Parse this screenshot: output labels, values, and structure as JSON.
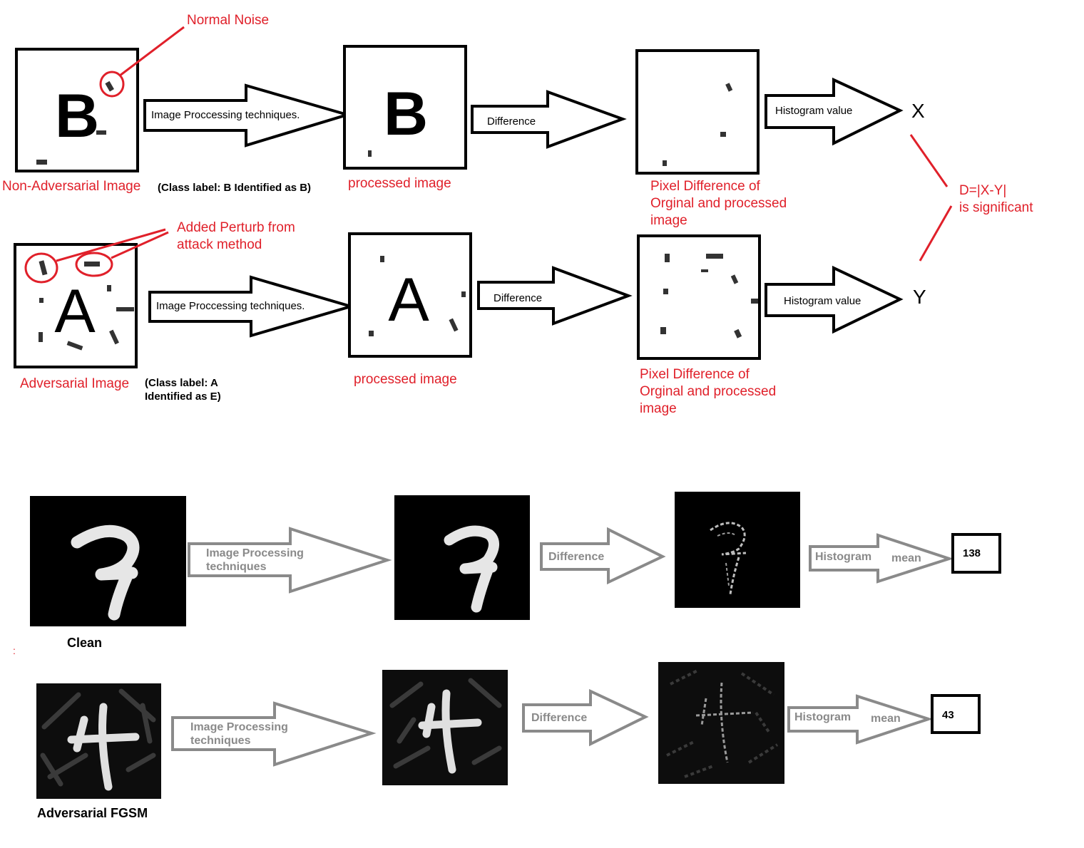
{
  "colors": {
    "annotation": "#e0202a",
    "stroke": "#000000",
    "grey_arrow": "#8a8a8a",
    "panel": "#000000"
  },
  "top": {
    "callouts": {
      "normal_noise": "Normal Noise",
      "perturb_line1": "Added Perturb from",
      "perturb_line2": "attack method"
    },
    "row1": {
      "input_letter": "B",
      "processed_letter": "B",
      "input_caption": "Non-Adversarial Image",
      "input_label": "(Class label: B Identified as B)",
      "arrow_processing": "Image Proccessing techniques.",
      "processed_caption": "processed image",
      "arrow_difference": "Difference",
      "diff_caption_1": "Pixel Difference of",
      "diff_caption_2": "Orginal and processed",
      "diff_caption_3": "image",
      "arrow_histogram": "Histogram value",
      "result": "X"
    },
    "row2": {
      "input_letter": "A",
      "processed_letter": "A",
      "input_caption": "Adversarial Image",
      "input_label_1": "(Class label: A",
      "input_label_2": "Identified as E)",
      "arrow_processing": "Image Proccessing techniques.",
      "processed_caption": "processed image",
      "arrow_difference": "Difference",
      "diff_caption_1": "Pixel Difference of",
      "diff_caption_2": "Orginal and processed",
      "diff_caption_3": "image",
      "arrow_histogram": "Histogram value",
      "result": "Y"
    },
    "formula_1": "D=|X-Y|",
    "formula_2": "is significant"
  },
  "bottom": {
    "row1": {
      "caption": "Clean",
      "arrow_processing_1": "Image Processing",
      "arrow_processing_2": "techniques",
      "arrow_difference": "Difference",
      "arrow_histogram": "Histogram",
      "arrow_mean": "mean",
      "value": "138"
    },
    "row2": {
      "caption": "Adversarial FGSM",
      "arrow_processing_1": "Image Processing",
      "arrow_processing_2": "techniques",
      "arrow_difference": "Difference",
      "arrow_histogram": "Histogram",
      "arrow_mean": "mean",
      "value": "43"
    },
    "stray_mark": ":"
  }
}
